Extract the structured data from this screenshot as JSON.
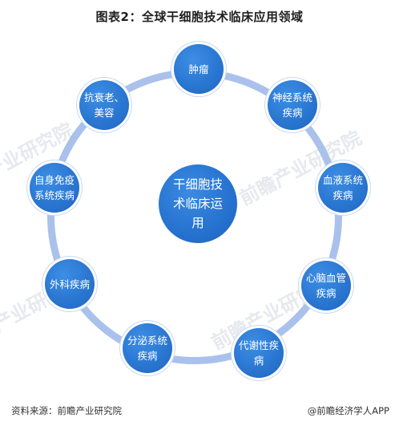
{
  "title": "图表2：全球干细胞技术临床应用领域",
  "center": "干细胞技术临床运用",
  "nodes": [
    "肿瘤",
    "神经系统疾病",
    "血液系统疾病",
    "心脑血管疾病",
    "代谢性疾病",
    "分泌系统疾病",
    "外科疾病",
    "自身免疫系统疾病",
    "抗衰老、美容"
  ],
  "watermark": "前瞻产业研究院",
  "footer": {
    "source": "资料来源：前瞻产业研究院",
    "brand": "@前瞻经济学人APP"
  }
}
